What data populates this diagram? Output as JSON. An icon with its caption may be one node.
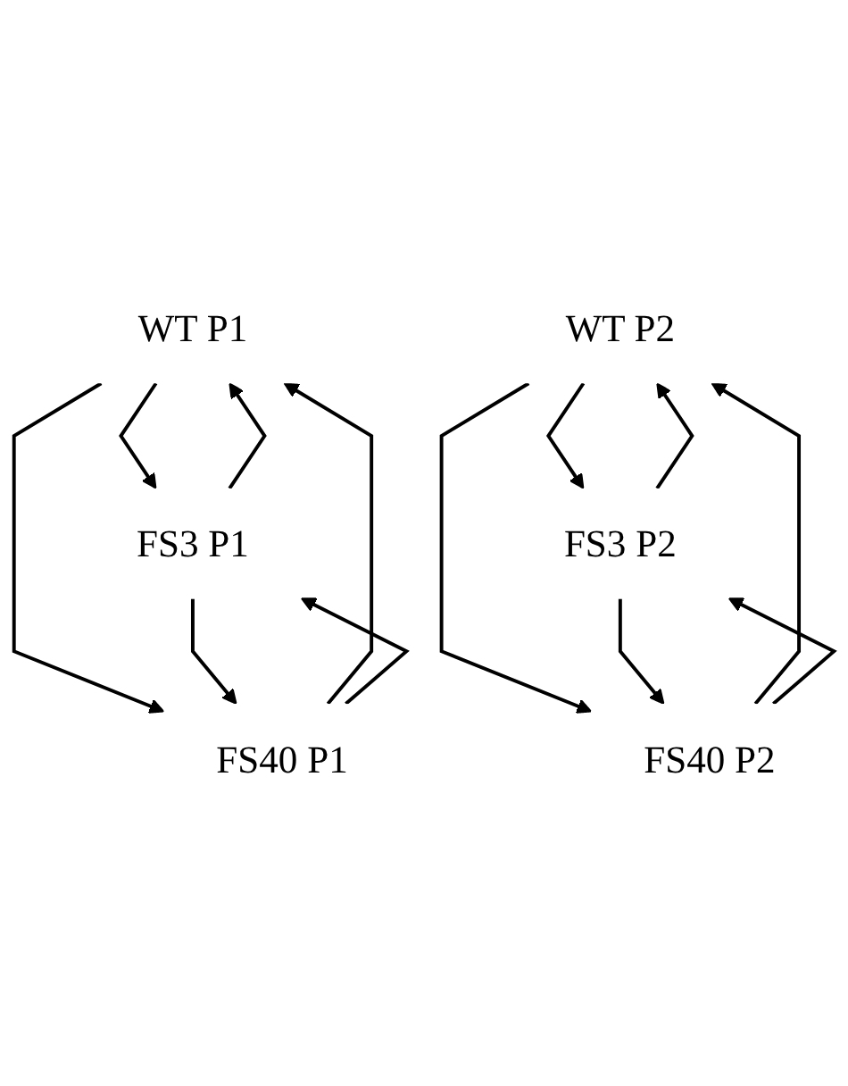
{
  "diagram": {
    "nodes": [
      {
        "text": [
          "WT P1"
        ]
      },
      {
        "text": [
          "FS3 P1"
        ]
      },
      {
        "text": [
          "FS40 P1"
        ]
      },
      {
        "text": [
          "WT P2"
        ]
      },
      {
        "text": [
          "FS3 P2"
        ]
      },
      {
        "text": [
          "FS40 P2"
        ]
      }
    ],
    "edges": [
      {
        "from": 0,
        "to": 1,
        "arrow": "to"
      },
      {
        "from": 1,
        "to": 0,
        "arrow": "to"
      },
      {
        "from": 2,
        "to": 0,
        "arrow": "to"
      },
      {
        "from": 0,
        "to": 2,
        "arrow": "to"
      },
      {
        "from": 2,
        "to": 1,
        "arrow": "to"
      },
      {
        "from": 1,
        "to": 2,
        "arrow": "to"
      },
      {
        "from": 3,
        "to": 4,
        "arrow": "to"
      },
      {
        "from": 4,
        "to": 3,
        "arrow": "to"
      },
      {
        "from": 5,
        "to": 3,
        "arrow": "to"
      },
      {
        "from": 3,
        "to": 5,
        "arrow": "to"
      },
      {
        "from": 5,
        "to": 4,
        "arrow": "to"
      },
      {
        "from": 4,
        "to": 5,
        "arrow": "to"
      }
    ]
  }
}
